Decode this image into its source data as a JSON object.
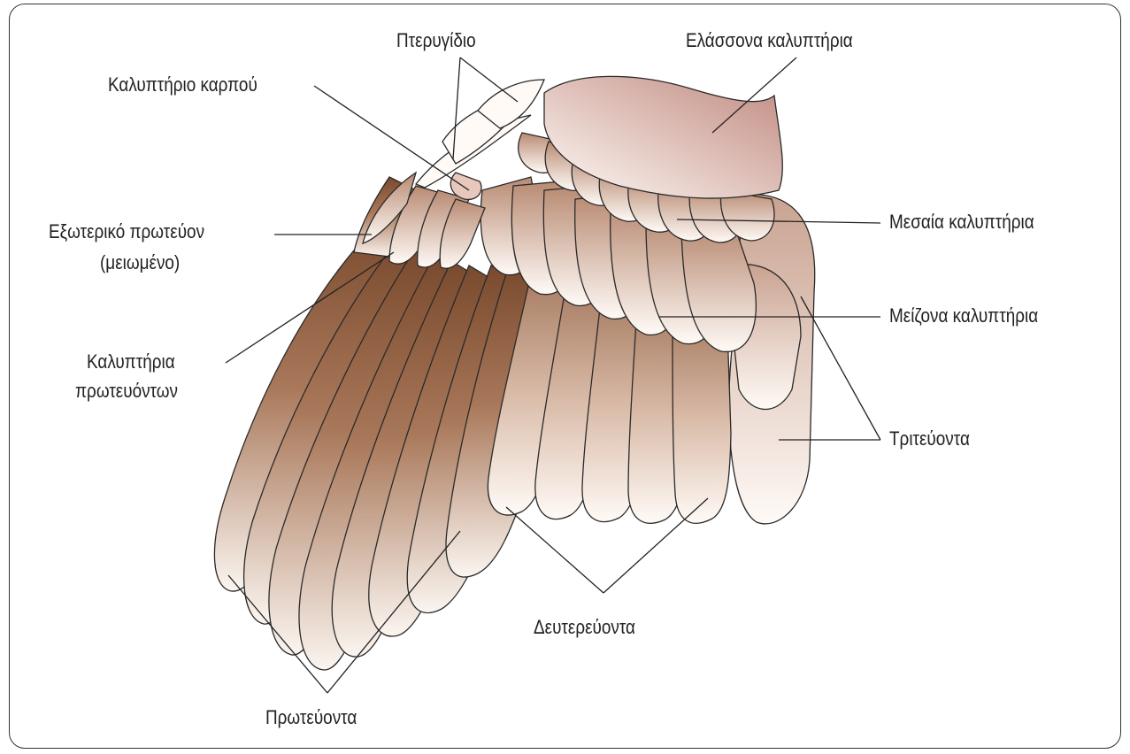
{
  "labels": {
    "pterygidio": "Πτερυγίδιο",
    "elassona": "Ελάσσονα καλυπτήρια",
    "karpou": "Καλυπτήριο καρπού",
    "exoteriko_line1": "Εξωτερικό πρωτεύον",
    "exoteriko_line2": "(μειωμένο)",
    "mesaia": "Μεσαία καλυπτήρια",
    "meizona": "Μείζονα καλυπτήρια",
    "kalyptiria_prot_line1": "Καλυπτήρια",
    "kalyptiria_prot_line2": "πρωτευόντων",
    "triteuonta": "Τριτεύοντα",
    "deutereuonta": "Δευτερεύοντα",
    "proteuonta": "Πρωτεύοντα"
  },
  "colors": {
    "outline": "#2a2a2a",
    "dark_brown": "#7a4a2e",
    "light_tan": "#f7ece4",
    "pink": "#c79a8c"
  }
}
